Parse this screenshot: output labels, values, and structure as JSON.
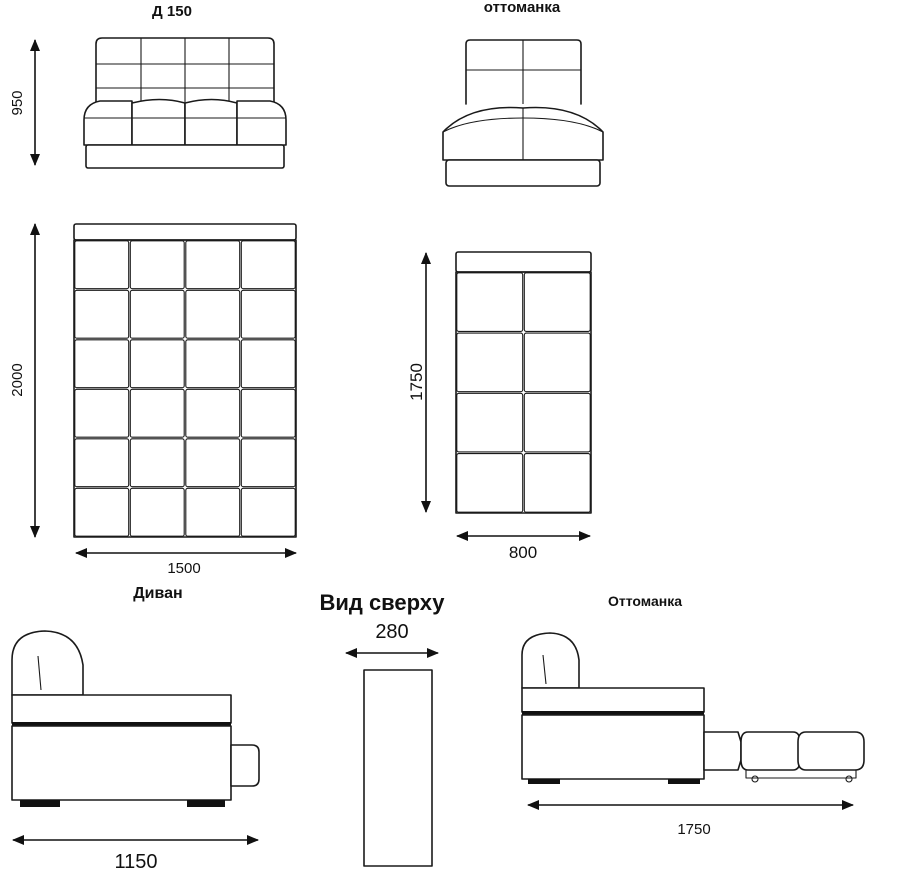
{
  "titles": {
    "d150": "Д 150",
    "ottoman_front": "оттоманка",
    "divan": "Диван",
    "top_view": "Вид сверху",
    "ottoman_side": "Оттоманка"
  },
  "dimensions": {
    "d150_height": "950",
    "d150_length": "2000",
    "d150_width": "1500",
    "ottoman_length": "1750",
    "ottoman_width": "800",
    "armrest_width": "280",
    "divan_depth": "1150",
    "ottoman_side_length": "1750"
  }
}
